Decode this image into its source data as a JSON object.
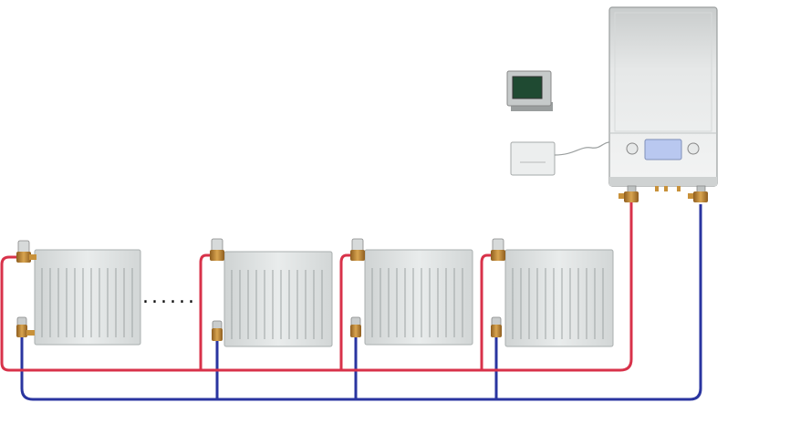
{
  "diagram": {
    "radiator_count": 4,
    "continuation_dots": "......",
    "watermark_text": "",
    "colors": {
      "flow_pipe": "#d8324a",
      "return_pipe": "#2a35a0",
      "radiator_body": "#dfe3e3",
      "boiler_body": "#e4e6e6",
      "boiler_display": "#b9c8f0",
      "valve_brass": "#c8913a",
      "thermostat_screen": "#1f4a32"
    },
    "components": {
      "boiler": "wall-hung-boiler",
      "thermostat": "room-thermostat",
      "receiver": "wireless-receiver",
      "radiators": [
        "radiator-1",
        "radiator-2",
        "radiator-3",
        "radiator-4"
      ]
    }
  }
}
